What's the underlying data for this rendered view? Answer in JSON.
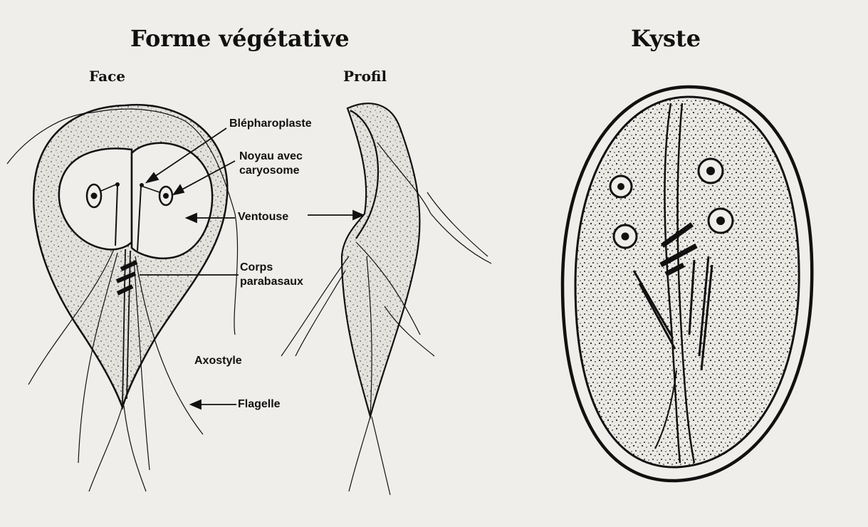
{
  "titles": {
    "vegetative": "Forme végétative",
    "cyst": "Kyste"
  },
  "views": {
    "face": "Face",
    "profile": "Profil"
  },
  "labels": {
    "blepharoplast": "Blépharoplaste",
    "nucleus_line1": "Noyau avec",
    "nucleus_line2": "caryosome",
    "sucker": "Ventouse",
    "parabasal_line1": "Corps",
    "parabasal_line2": "parabasaux",
    "axostyle": "Axostyle",
    "flagellum": "Flagelle"
  },
  "colors": {
    "ink": "#111111",
    "paper": "#efeeea",
    "stipple_fill": "#e2e0da"
  }
}
